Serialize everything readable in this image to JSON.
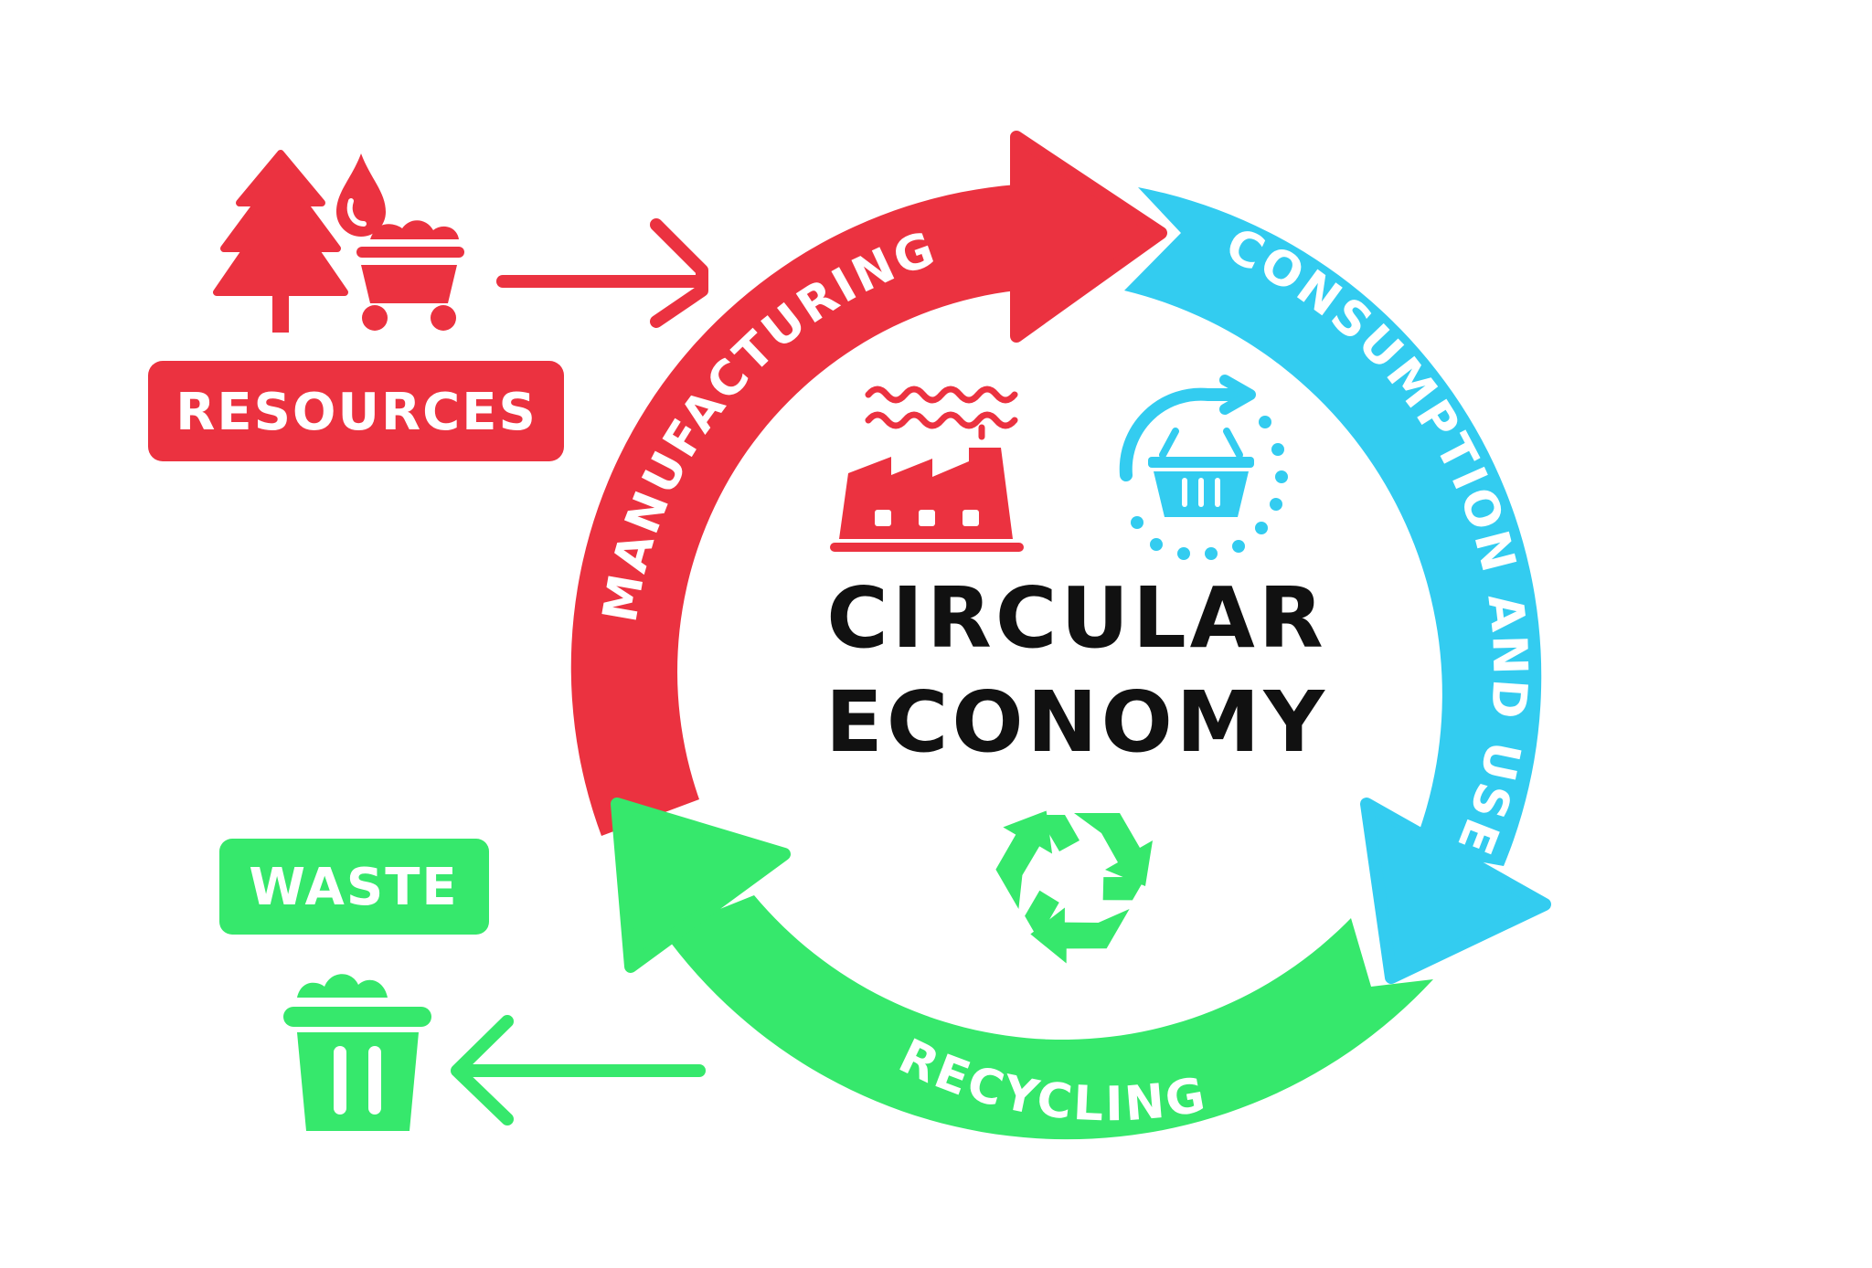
{
  "title": {
    "line1": "CIRCULAR",
    "line2": "ECONOMY"
  },
  "stages": {
    "manufacturing": "MANUFACTURING",
    "consumption": "CONSUMPTION AND USE",
    "recycling": "RECYCLING"
  },
  "inputs": {
    "resources": "RESOURCES",
    "waste": "WASTE"
  },
  "colors": {
    "red": "#EB3240",
    "blue": "#33CCF0",
    "green": "#36E86C",
    "text": "#111111"
  },
  "icons": [
    "tree-icon",
    "oil-drop-icon",
    "mine-cart-icon",
    "factory-icon",
    "shopping-basket-cycle-icon",
    "recycle-icon",
    "trash-bin-icon"
  ]
}
